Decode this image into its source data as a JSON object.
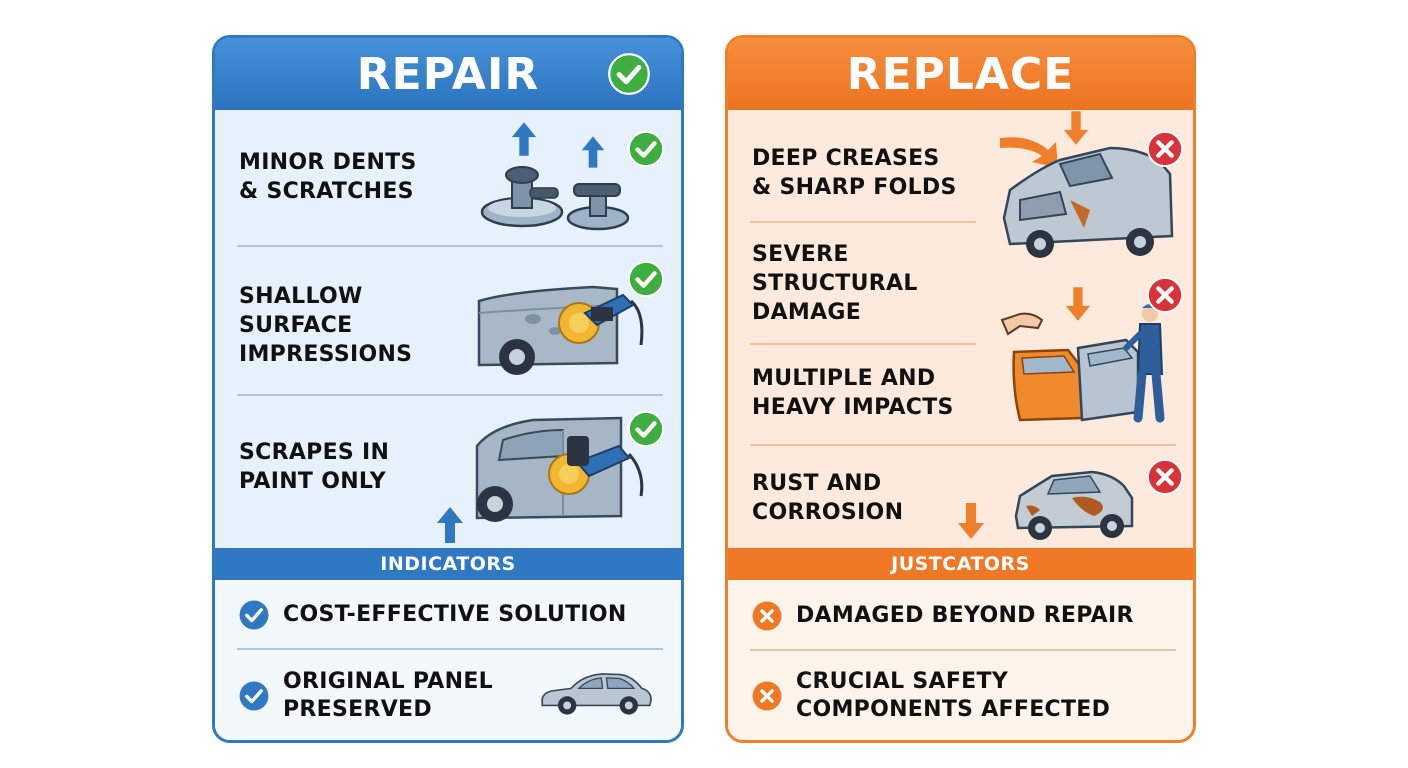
{
  "repair": {
    "title": "REPAIR",
    "items": [
      {
        "label": "MINOR DENTS\n& SCRATCHES",
        "icon": "suction-cup-dent-puller-icon"
      },
      {
        "label": "SHALLOW\nSURFACE\nIMPRESSIONS",
        "icon": "polisher-on-car-icon"
      },
      {
        "label": "SCRAPES IN\nPAINT ONLY",
        "icon": "polisher-on-car-door-icon"
      }
    ],
    "band": "INDICATORS",
    "indicators": [
      {
        "label": "COST-EFFECTIVE SOLUTION"
      },
      {
        "label": "ORIGINAL PANEL\nPRESERVED"
      }
    ],
    "colors": {
      "primary": "#2f78c2",
      "check": "#3dae3f"
    }
  },
  "replace": {
    "title": "REPLACE",
    "items": [
      {
        "label": "DEEP CREASES\n& SHARP FOLDS",
        "icon": "crashed-car-icon"
      },
      {
        "label": "SEVERE\nSTRUCTURAL\nDAMAGE",
        "icon": "mechanic-replacing-door-icon"
      },
      {
        "label": "MULTIPLE AND\nHEAVY IMPACTS",
        "icon": "mechanic-replacing-door-icon"
      },
      {
        "label": "RUST AND\nCORROSION",
        "icon": "rusty-car-icon"
      }
    ],
    "band": "JUSTCATORS",
    "indicators": [
      {
        "label": "DAMAGED BEYOND REPAIR"
      },
      {
        "label": "CRUCIAL SAFETY\nCOMPONENTS AFFECTED"
      }
    ],
    "colors": {
      "primary": "#ee7826",
      "cross": "#d9333a"
    }
  }
}
